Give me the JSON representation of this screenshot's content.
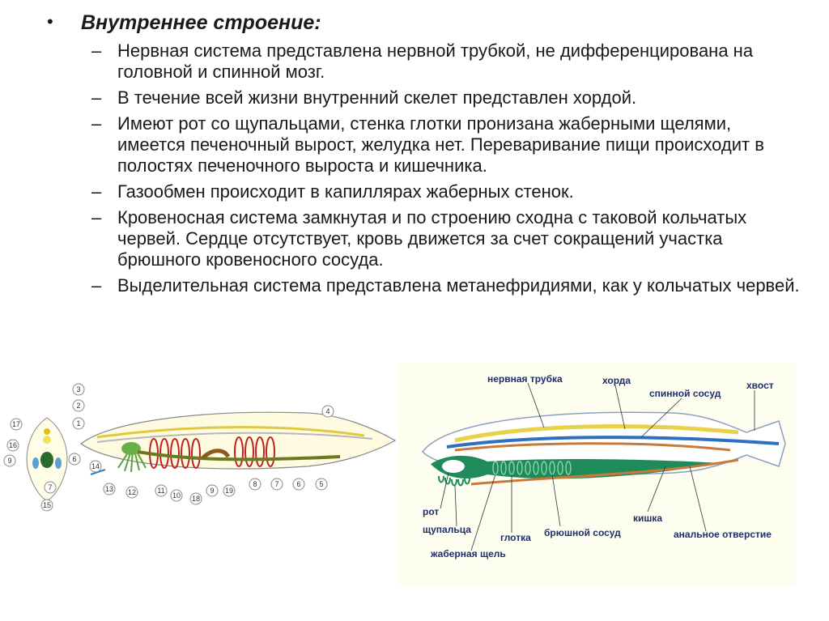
{
  "heading": "Внутреннее строение:",
  "bullet": "•",
  "dash": "–",
  "items": [
    "Нервная система представлена нервной трубкой, не дифференцирована на головной и спинной мозг.",
    "В течение всей жизни внутренний скелет представлен хордой.",
    "Имеют рот со щупальцами, стенка глотки пронизана   жаберными щелями,   имеется печеночный вырост, желудка нет. Переваривание пищи происходит в полостях печеночного выроста и кишечника.",
    "Газообмен происходит в капиллярах жаберных стенок.",
    "Кровеносная система замкнутая и по строению сходна с таковой кольчатых червей. Сердце отсутствует, кровь движется за счет сокращений участка брюшного кровеносного сосуда.",
    "Выделительная система представлена  метанефридиями, как у кольчатых червей."
  ],
  "left_figure": {
    "numbers": [
      "3",
      "2",
      "1",
      "4",
      "17",
      "16",
      "9",
      "6",
      "7",
      "15",
      "14",
      "13",
      "12",
      "11",
      "10",
      "18",
      "9",
      "19",
      "8",
      "7",
      "6",
      "5"
    ]
  },
  "right_figure": {
    "labels": {
      "neural_tube": "нервная трубка",
      "chord": "хорда",
      "dorsal_vessel": "спинной сосуд",
      "tail": "хвост",
      "mouth": "рот",
      "tentacles": "щупальца",
      "pharynx": "глотка",
      "ventral_vessel": "брюшной сосуд",
      "intestine": "кишка",
      "anus": "анальное отверстие",
      "gill_slit": "жаберная щель"
    },
    "colors": {
      "neural_tube": "#e8d24a",
      "chord": "#2f6fc0",
      "gut": "#1f8a5a",
      "vessel": "#c87a3a",
      "label": "#1f2f6a"
    }
  }
}
